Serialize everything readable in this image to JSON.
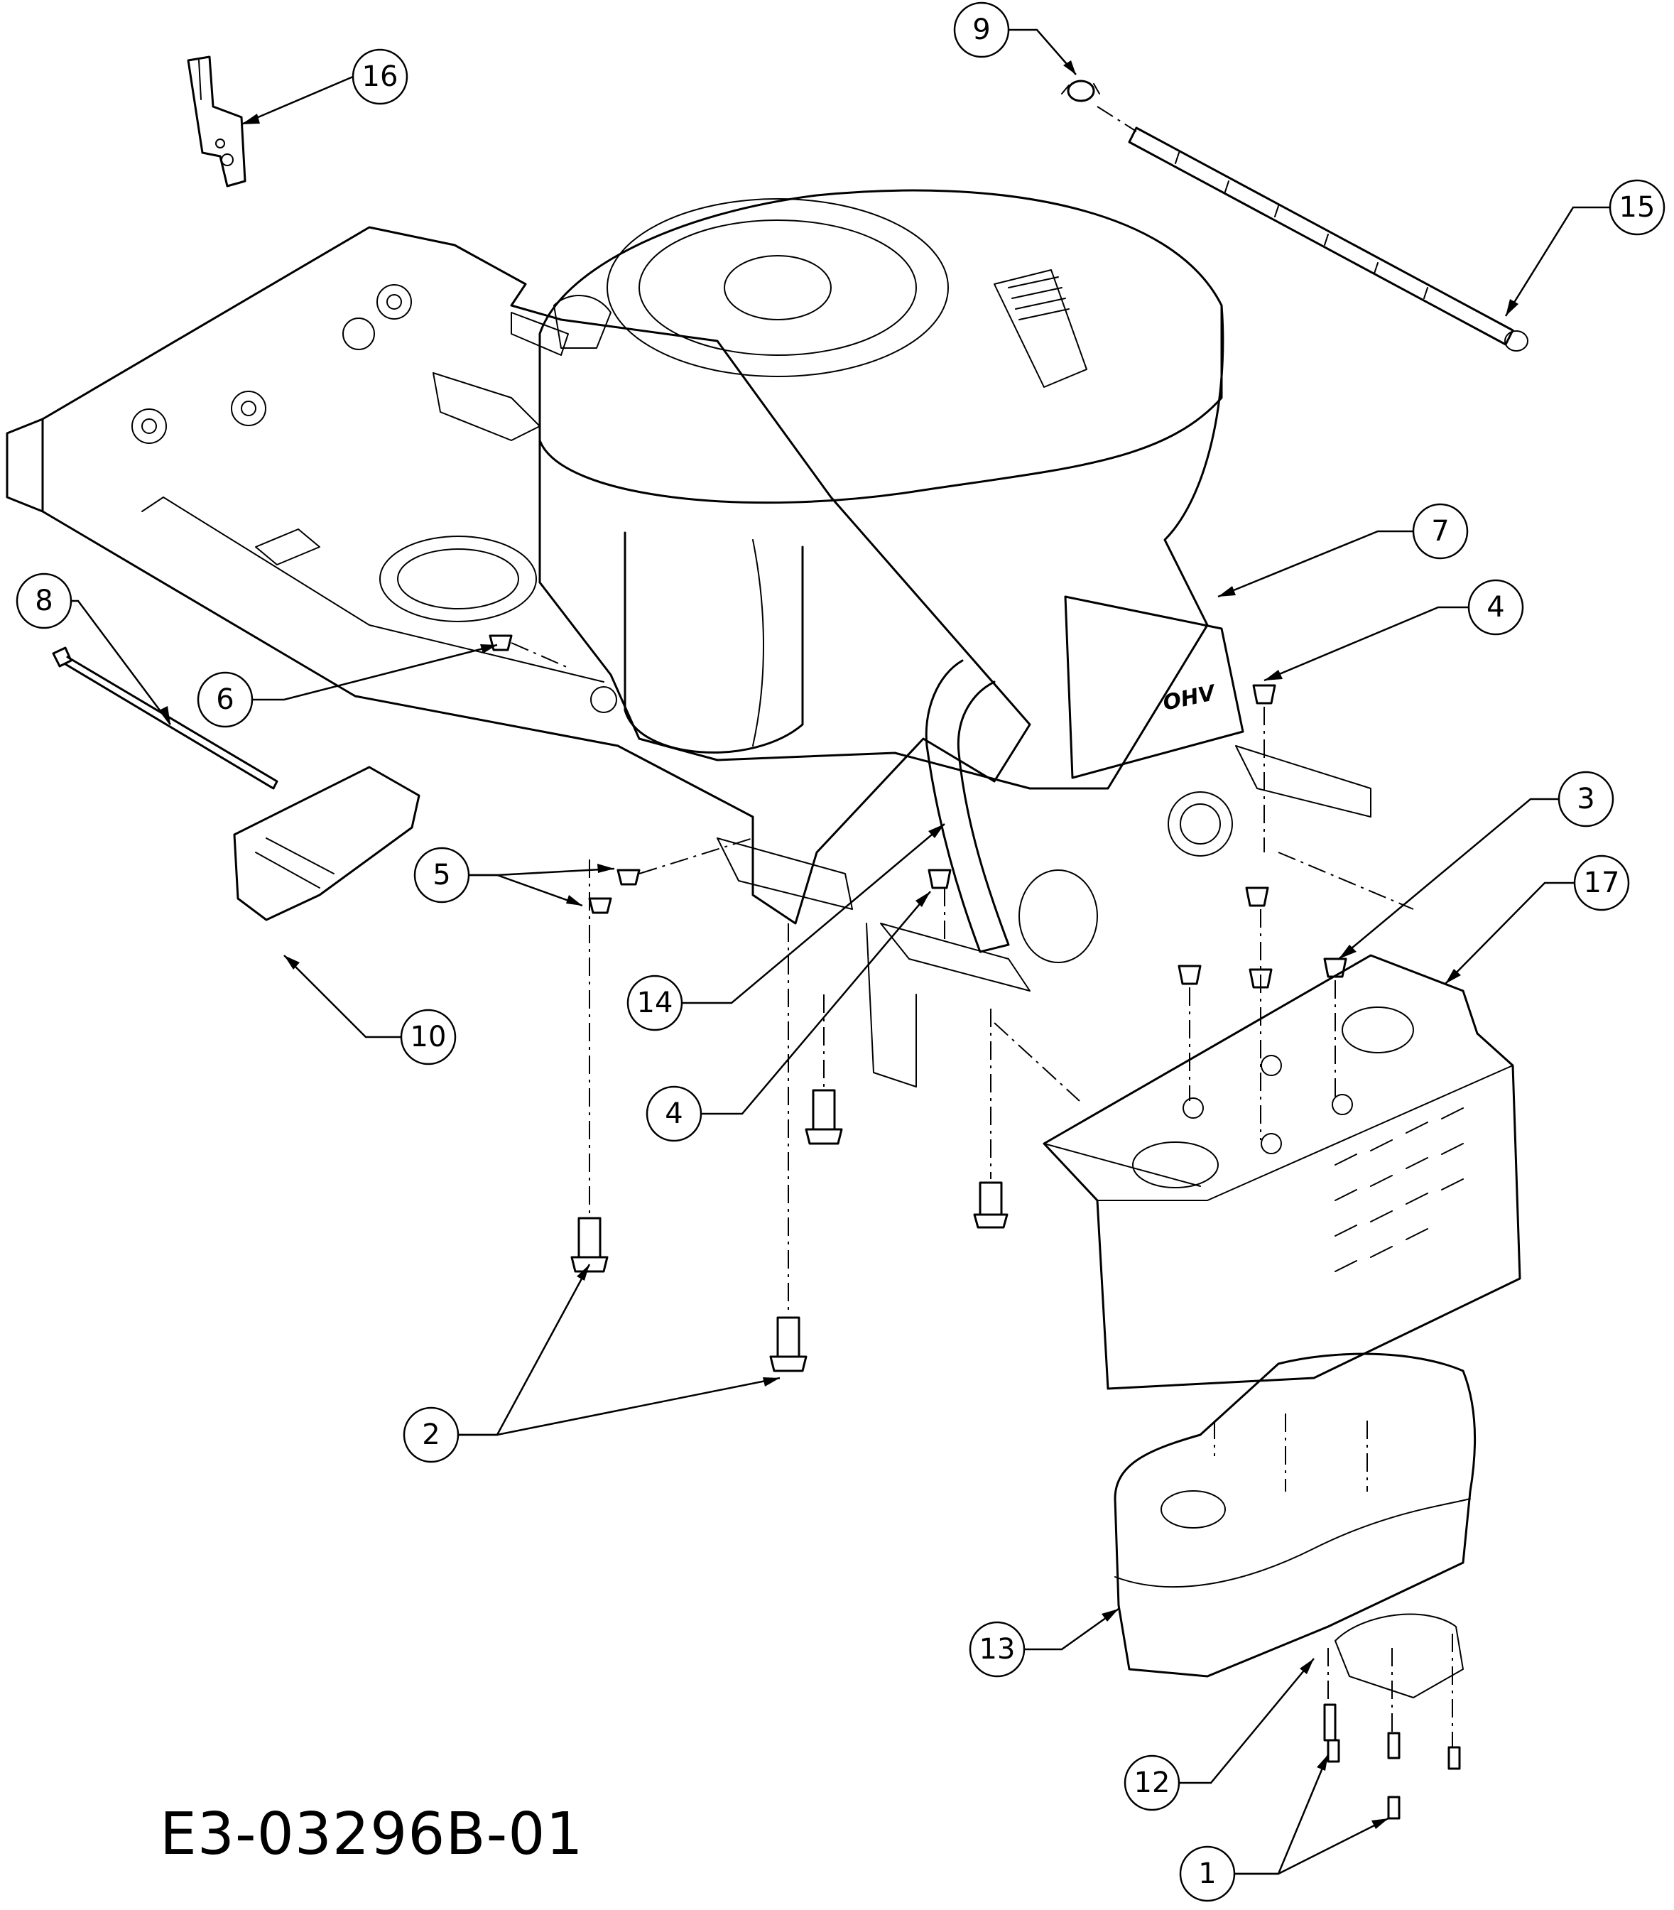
{
  "drawing_code": "E3-03296B-01",
  "engine_badge": "OHV",
  "callouts": [
    {
      "label": "16"
    },
    {
      "label": "9"
    },
    {
      "label": "15"
    },
    {
      "label": "7"
    },
    {
      "label": "8"
    },
    {
      "label": "4"
    },
    {
      "label": "6"
    },
    {
      "label": "3"
    },
    {
      "label": "17"
    },
    {
      "label": "5"
    },
    {
      "label": "14"
    },
    {
      "label": "10"
    },
    {
      "label": "4"
    },
    {
      "label": "2"
    },
    {
      "label": "13"
    },
    {
      "label": "12"
    },
    {
      "label": "1"
    }
  ]
}
